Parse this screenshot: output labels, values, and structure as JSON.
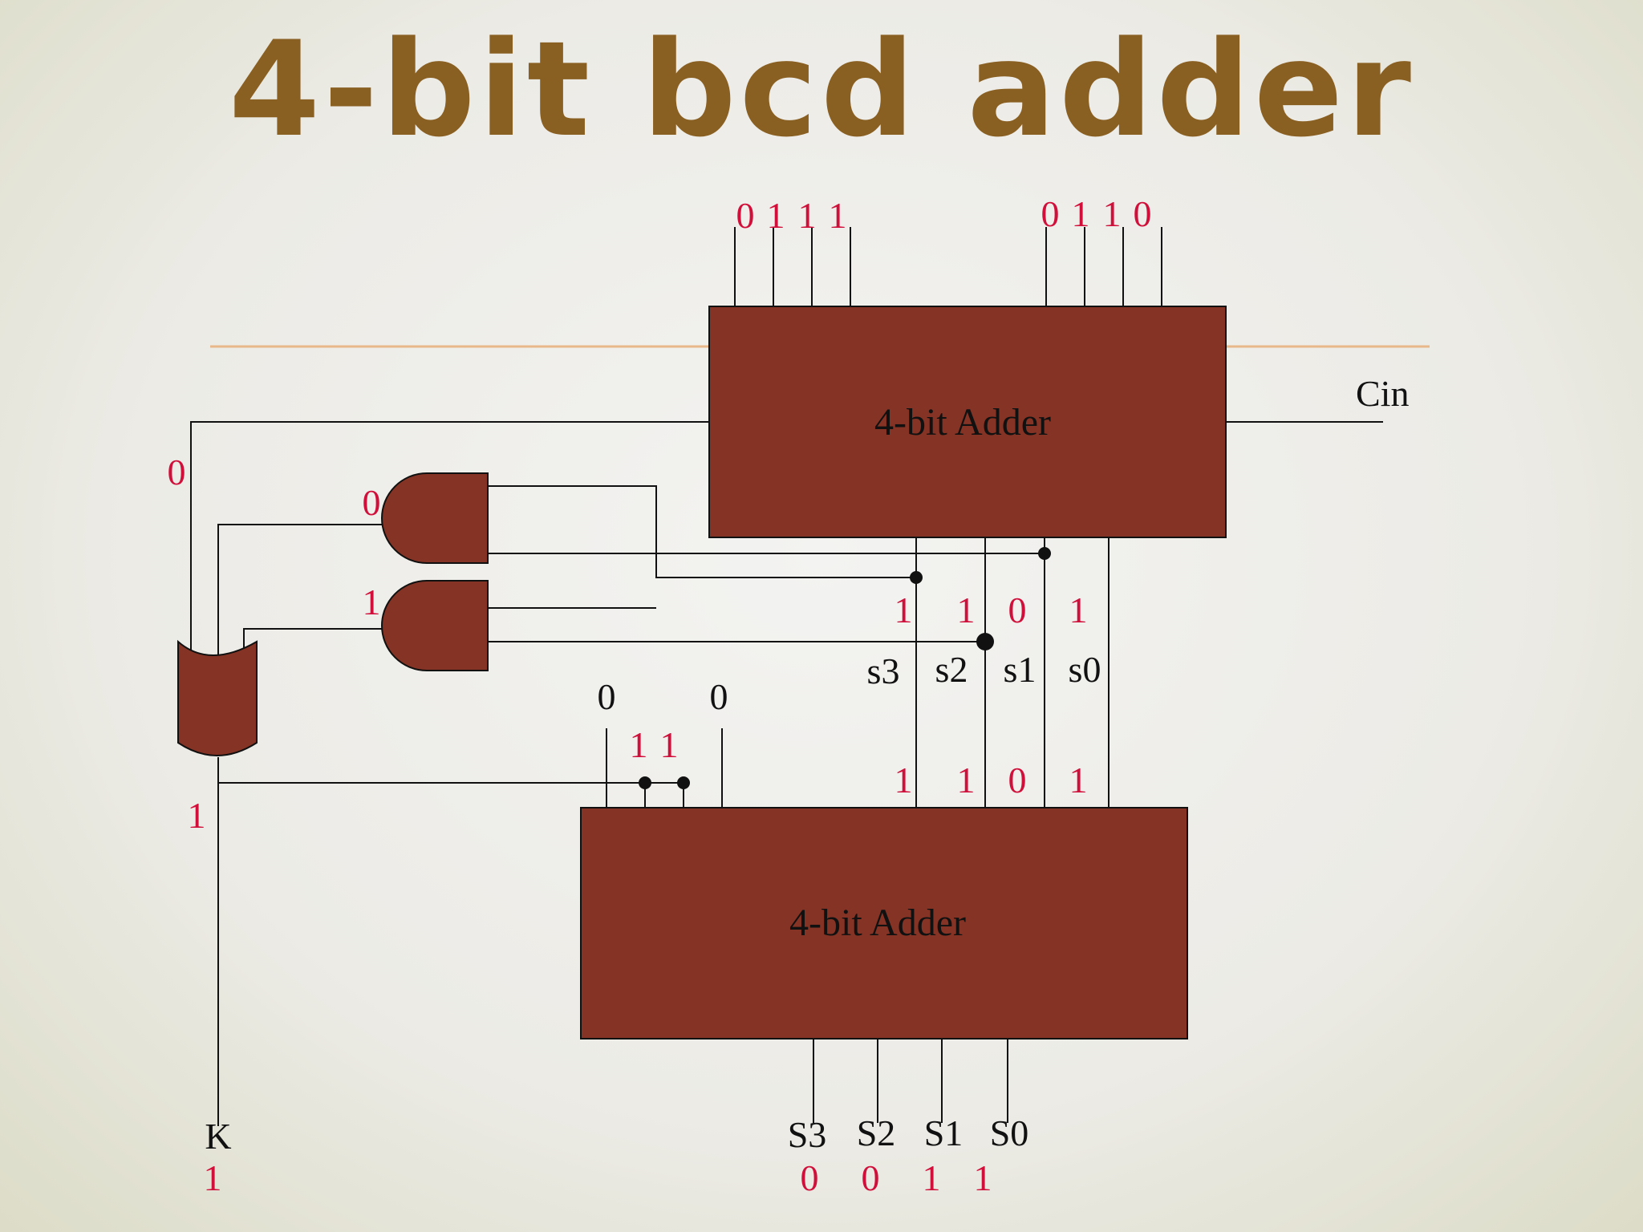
{
  "title": "4-bit bcd adder",
  "colors": {
    "title": "#8a5f22",
    "box_fill": "#853324",
    "value_red": "#d0103a",
    "rule_line": "#e8b88a"
  },
  "top_adder": {
    "label": "4-bit Adder",
    "input_a_bits": [
      "0",
      "1",
      "1",
      "1"
    ],
    "input_b_bits": [
      "0",
      "1",
      "1",
      "0"
    ],
    "cin_label": "Cin",
    "cout_value": "0",
    "sum_bits": [
      "1",
      "1",
      "0",
      "1"
    ],
    "sum_names": [
      "s3",
      "s2",
      "s1",
      "s0"
    ]
  },
  "gates": {
    "and_top_output": "0",
    "and_bottom_output": "1",
    "or_output": "1"
  },
  "bottom_adder": {
    "label": "4-bit Adder",
    "correction_bits": [
      "0",
      "1",
      "1",
      "0"
    ],
    "sum_input_bits": [
      "1",
      "1",
      "0",
      "1"
    ],
    "output_names": [
      "S3",
      "S2",
      "S1",
      "S0"
    ],
    "output_values": [
      "0",
      "0",
      "1",
      "1"
    ]
  },
  "carry_out": {
    "label": "K",
    "value": "1"
  }
}
